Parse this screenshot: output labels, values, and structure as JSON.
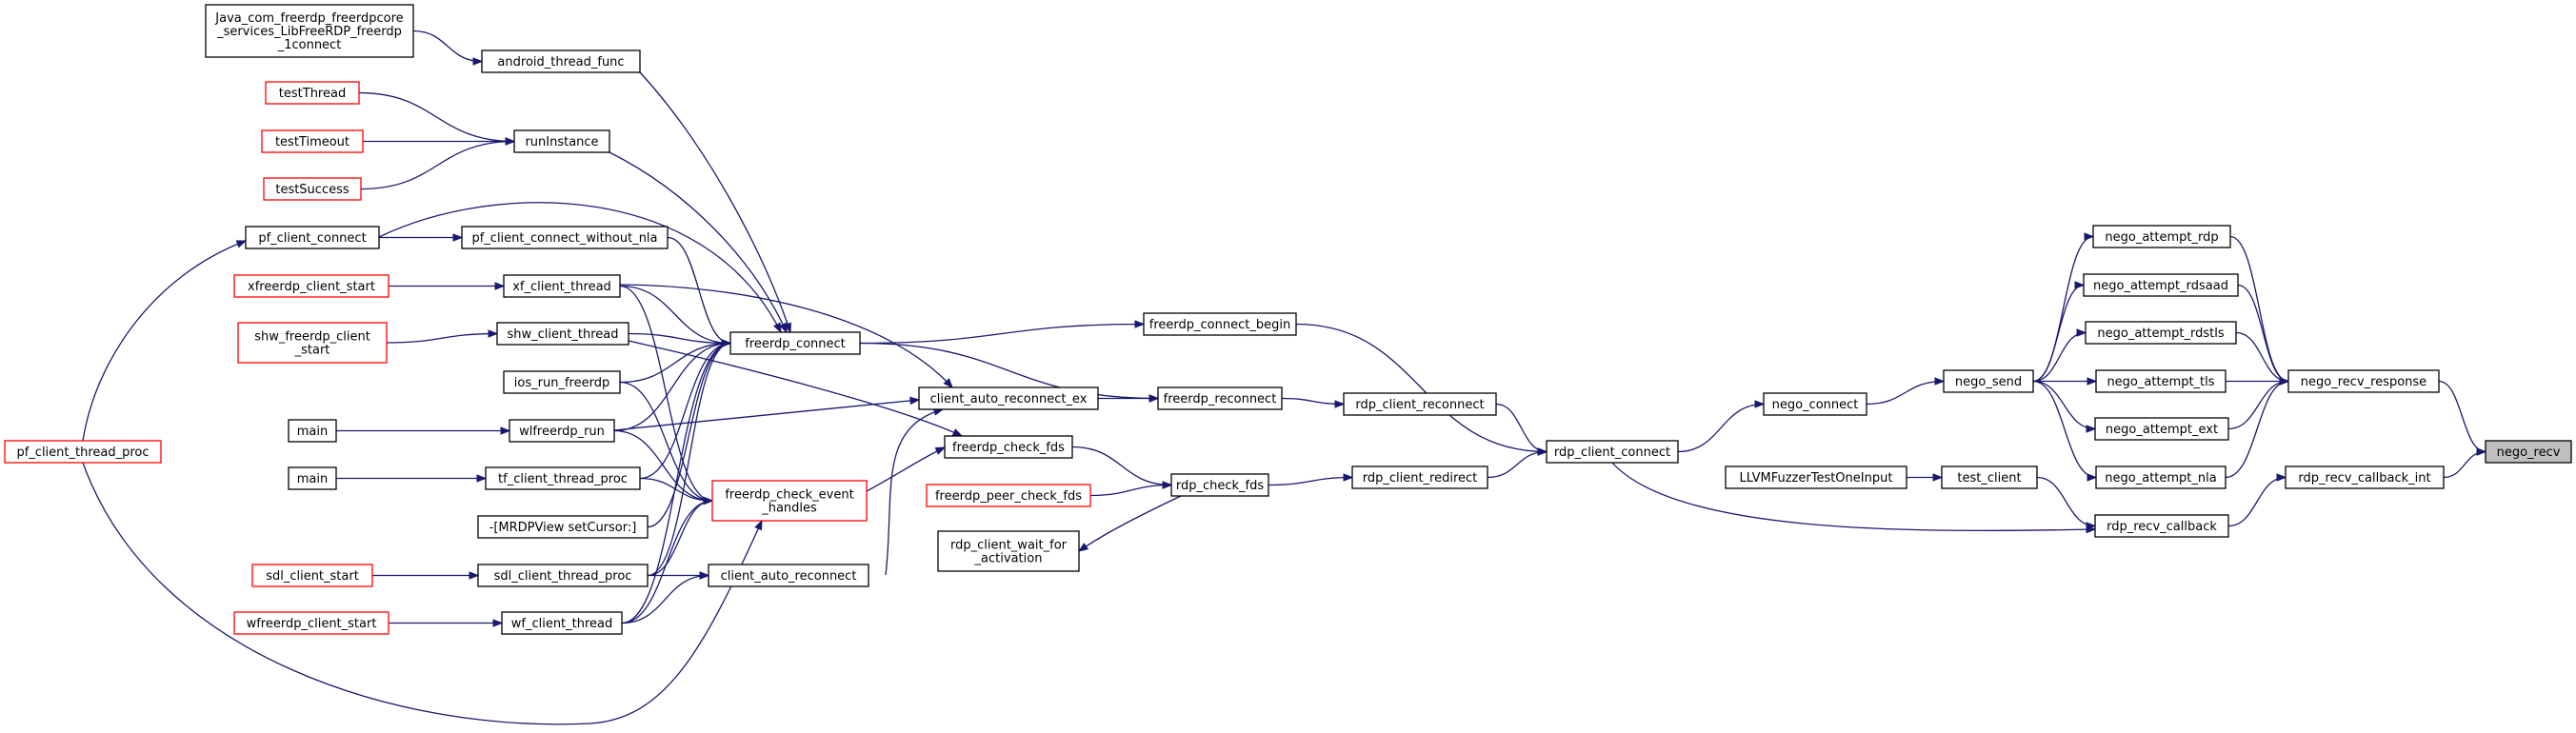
{
  "graph": {
    "nodes": [
      {
        "id": "java_com",
        "lines": [
          "Java_com_freerdp_freerdpcore",
          "_services_LibFreeRDP_freerdp",
          "_1connect"
        ],
        "link": "black"
      },
      {
        "id": "android_thread_func",
        "lines": [
          "android_thread_func"
        ],
        "link": "black"
      },
      {
        "id": "testThread",
        "lines": [
          "testThread"
        ],
        "link": "red"
      },
      {
        "id": "testTimeout",
        "lines": [
          "testTimeout"
        ],
        "link": "red"
      },
      {
        "id": "testSuccess",
        "lines": [
          "testSuccess"
        ],
        "link": "red"
      },
      {
        "id": "runInstance",
        "lines": [
          "runInstance"
        ],
        "link": "black"
      },
      {
        "id": "pf_client_connect",
        "lines": [
          "pf_client_connect"
        ],
        "link": "black"
      },
      {
        "id": "pf_client_connect_without_nla",
        "lines": [
          "pf_client_connect_without_nla"
        ],
        "link": "black"
      },
      {
        "id": "xfreerdp_client_start",
        "lines": [
          "xfreerdp_client_start"
        ],
        "link": "red"
      },
      {
        "id": "xf_client_thread",
        "lines": [
          "xf_client_thread"
        ],
        "link": "black"
      },
      {
        "id": "shw_freerdp_client_start",
        "lines": [
          "shw_freerdp_client",
          "_start"
        ],
        "link": "red"
      },
      {
        "id": "shw_client_thread",
        "lines": [
          "shw_client_thread"
        ],
        "link": "black"
      },
      {
        "id": "ios_run_freerdp",
        "lines": [
          "ios_run_freerdp"
        ],
        "link": "black"
      },
      {
        "id": "pf_client_thread_proc",
        "lines": [
          "pf_client_thread_proc"
        ],
        "link": "red"
      },
      {
        "id": "main1",
        "lines": [
          "main"
        ],
        "link": "black"
      },
      {
        "id": "wlfreerdp_run",
        "lines": [
          "wlfreerdp_run"
        ],
        "link": "black"
      },
      {
        "id": "main2",
        "lines": [
          "main"
        ],
        "link": "black"
      },
      {
        "id": "tf_client_thread_proc",
        "lines": [
          "tf_client_thread_proc"
        ],
        "link": "black"
      },
      {
        "id": "mrdpview",
        "lines": [
          "-[MRDPView setCursor:]"
        ],
        "link": "black"
      },
      {
        "id": "sdl_client_start",
        "lines": [
          "sdl_client_start"
        ],
        "link": "red"
      },
      {
        "id": "sdl_client_thread_proc",
        "lines": [
          "sdl_client_thread_proc"
        ],
        "link": "black"
      },
      {
        "id": "wfreerdp_client_start",
        "lines": [
          "wfreerdp_client_start"
        ],
        "link": "red"
      },
      {
        "id": "wf_client_thread",
        "lines": [
          "wf_client_thread"
        ],
        "link": "black"
      },
      {
        "id": "freerdp_connect",
        "lines": [
          "freerdp_connect"
        ],
        "link": "black"
      },
      {
        "id": "freerdp_check_event_handles",
        "lines": [
          "freerdp_check_event",
          "_handles"
        ],
        "link": "red"
      },
      {
        "id": "client_auto_reconnect",
        "lines": [
          "client_auto_reconnect"
        ],
        "link": "black"
      },
      {
        "id": "client_auto_reconnect_ex",
        "lines": [
          "client_auto_reconnect_ex"
        ],
        "link": "black"
      },
      {
        "id": "freerdp_check_fds",
        "lines": [
          "freerdp_check_fds"
        ],
        "link": "black"
      },
      {
        "id": "freerdp_peer_check_fds",
        "lines": [
          "freerdp_peer_check_fds"
        ],
        "link": "red"
      },
      {
        "id": "rdp_client_wait_for_activation",
        "lines": [
          "rdp_client_wait_for",
          "_activation"
        ],
        "link": "black"
      },
      {
        "id": "freerdp_connect_begin",
        "lines": [
          "freerdp_connect_begin"
        ],
        "link": "black"
      },
      {
        "id": "freerdp_reconnect",
        "lines": [
          "freerdp_reconnect"
        ],
        "link": "black"
      },
      {
        "id": "rdp_check_fds",
        "lines": [
          "rdp_check_fds"
        ],
        "link": "black"
      },
      {
        "id": "rdp_client_reconnect",
        "lines": [
          "rdp_client_reconnect"
        ],
        "link": "black"
      },
      {
        "id": "rdp_client_redirect",
        "lines": [
          "rdp_client_redirect"
        ],
        "link": "black"
      },
      {
        "id": "rdp_client_connect",
        "lines": [
          "rdp_client_connect"
        ],
        "link": "black"
      },
      {
        "id": "nego_connect",
        "lines": [
          "nego_connect"
        ],
        "link": "black"
      },
      {
        "id": "llvm_fuzzer",
        "lines": [
          "LLVMFuzzerTestOneInput"
        ],
        "link": "black"
      },
      {
        "id": "test_client",
        "lines": [
          "test_client"
        ],
        "link": "black"
      },
      {
        "id": "nego_send",
        "lines": [
          "nego_send"
        ],
        "link": "black"
      },
      {
        "id": "nego_attempt_rdp",
        "lines": [
          "nego_attempt_rdp"
        ],
        "link": "black"
      },
      {
        "id": "nego_attempt_rdsaad",
        "lines": [
          "nego_attempt_rdsaad"
        ],
        "link": "black"
      },
      {
        "id": "nego_attempt_rdstls",
        "lines": [
          "nego_attempt_rdstls"
        ],
        "link": "black"
      },
      {
        "id": "nego_attempt_tls",
        "lines": [
          "nego_attempt_tls"
        ],
        "link": "black"
      },
      {
        "id": "nego_attempt_ext",
        "lines": [
          "nego_attempt_ext"
        ],
        "link": "black"
      },
      {
        "id": "nego_attempt_nla",
        "lines": [
          "nego_attempt_nla"
        ],
        "link": "black"
      },
      {
        "id": "rdp_recv_callback",
        "lines": [
          "rdp_recv_callback"
        ],
        "link": "black"
      },
      {
        "id": "nego_recv_response",
        "lines": [
          "nego_recv_response"
        ],
        "link": "black"
      },
      {
        "id": "rdp_recv_callback_int",
        "lines": [
          "rdp_recv_callback_int"
        ],
        "link": "black"
      },
      {
        "id": "nego_recv",
        "lines": [
          "nego_recv"
        ],
        "link": "black",
        "selected": true
      }
    ],
    "edges": [
      [
        "java_com",
        "android_thread_func"
      ],
      [
        "testThread",
        "runInstance"
      ],
      [
        "testTimeout",
        "runInstance"
      ],
      [
        "testSuccess",
        "runInstance"
      ],
      [
        "pf_client_connect",
        "pf_client_connect_without_nla"
      ],
      [
        "xfreerdp_client_start",
        "xf_client_thread"
      ],
      [
        "shw_freerdp_client_start",
        "shw_client_thread"
      ],
      [
        "pf_client_thread_proc",
        "pf_client_connect"
      ],
      [
        "pf_client_thread_proc",
        "freerdp_check_event_handles"
      ],
      [
        "main1",
        "wlfreerdp_run"
      ],
      [
        "main2",
        "tf_client_thread_proc"
      ],
      [
        "sdl_client_start",
        "sdl_client_thread_proc"
      ],
      [
        "wfreerdp_client_start",
        "wf_client_thread"
      ],
      [
        "android_thread_func",
        "freerdp_connect"
      ],
      [
        "runInstance",
        "freerdp_connect"
      ],
      [
        "pf_client_connect",
        "freerdp_connect"
      ],
      [
        "pf_client_connect_without_nla",
        "freerdp_connect"
      ],
      [
        "xf_client_thread",
        "freerdp_connect"
      ],
      [
        "shw_client_thread",
        "freerdp_connect"
      ],
      [
        "ios_run_freerdp",
        "freerdp_connect"
      ],
      [
        "wlfreerdp_run",
        "freerdp_connect"
      ],
      [
        "tf_client_thread_proc",
        "freerdp_connect"
      ],
      [
        "mrdpview",
        "freerdp_connect"
      ],
      [
        "sdl_client_thread_proc",
        "freerdp_connect"
      ],
      [
        "wf_client_thread",
        "freerdp_connect"
      ],
      [
        "xf_client_thread",
        "freerdp_check_event_handles"
      ],
      [
        "ios_run_freerdp",
        "freerdp_check_event_handles"
      ],
      [
        "wlfreerdp_run",
        "freerdp_check_event_handles"
      ],
      [
        "tf_client_thread_proc",
        "freerdp_check_event_handles"
      ],
      [
        "sdl_client_thread_proc",
        "freerdp_check_event_handles"
      ],
      [
        "wf_client_thread",
        "freerdp_check_event_handles"
      ],
      [
        "sdl_client_thread_proc",
        "client_auto_reconnect"
      ],
      [
        "wf_client_thread",
        "client_auto_reconnect"
      ],
      [
        "xf_client_thread",
        "client_auto_reconnect_ex"
      ],
      [
        "wlfreerdp_run",
        "client_auto_reconnect_ex"
      ],
      [
        "client_auto_reconnect",
        "client_auto_reconnect_ex"
      ],
      [
        "shw_client_thread",
        "freerdp_check_fds"
      ],
      [
        "freerdp_check_event_handles",
        "freerdp_check_fds"
      ],
      [
        "freerdp_connect",
        "freerdp_connect_begin"
      ],
      [
        "freerdp_connect",
        "freerdp_reconnect"
      ],
      [
        "client_auto_reconnect_ex",
        "freerdp_reconnect"
      ],
      [
        "freerdp_check_fds",
        "rdp_check_fds"
      ],
      [
        "freerdp_peer_check_fds",
        "rdp_check_fds"
      ],
      [
        "rdp_check_fds",
        "rdp_client_wait_for_activation"
      ],
      [
        "freerdp_reconnect",
        "rdp_client_reconnect"
      ],
      [
        "rdp_check_fds",
        "rdp_client_redirect"
      ],
      [
        "freerdp_connect_begin",
        "rdp_client_connect"
      ],
      [
        "rdp_client_reconnect",
        "rdp_client_connect"
      ],
      [
        "rdp_client_redirect",
        "rdp_client_connect"
      ],
      [
        "rdp_client_connect",
        "nego_connect"
      ],
      [
        "rdp_client_connect",
        "rdp_recv_callback"
      ],
      [
        "llvm_fuzzer",
        "test_client"
      ],
      [
        "test_client",
        "rdp_recv_callback"
      ],
      [
        "nego_connect",
        "nego_send"
      ],
      [
        "nego_send",
        "nego_attempt_rdp"
      ],
      [
        "nego_send",
        "nego_attempt_rdsaad"
      ],
      [
        "nego_send",
        "nego_attempt_rdstls"
      ],
      [
        "nego_send",
        "nego_attempt_tls"
      ],
      [
        "nego_send",
        "nego_attempt_ext"
      ],
      [
        "nego_send",
        "nego_attempt_nla"
      ],
      [
        "nego_attempt_rdp",
        "nego_recv_response"
      ],
      [
        "nego_attempt_rdsaad",
        "nego_recv_response"
      ],
      [
        "nego_attempt_rdstls",
        "nego_recv_response"
      ],
      [
        "nego_attempt_tls",
        "nego_recv_response"
      ],
      [
        "nego_attempt_ext",
        "nego_recv_response"
      ],
      [
        "nego_attempt_nla",
        "nego_recv_response"
      ],
      [
        "rdp_recv_callback",
        "rdp_recv_callback_int"
      ],
      [
        "rdp_recv_callback_int",
        "nego_recv"
      ],
      [
        "nego_recv_response",
        "nego_recv"
      ]
    ]
  }
}
